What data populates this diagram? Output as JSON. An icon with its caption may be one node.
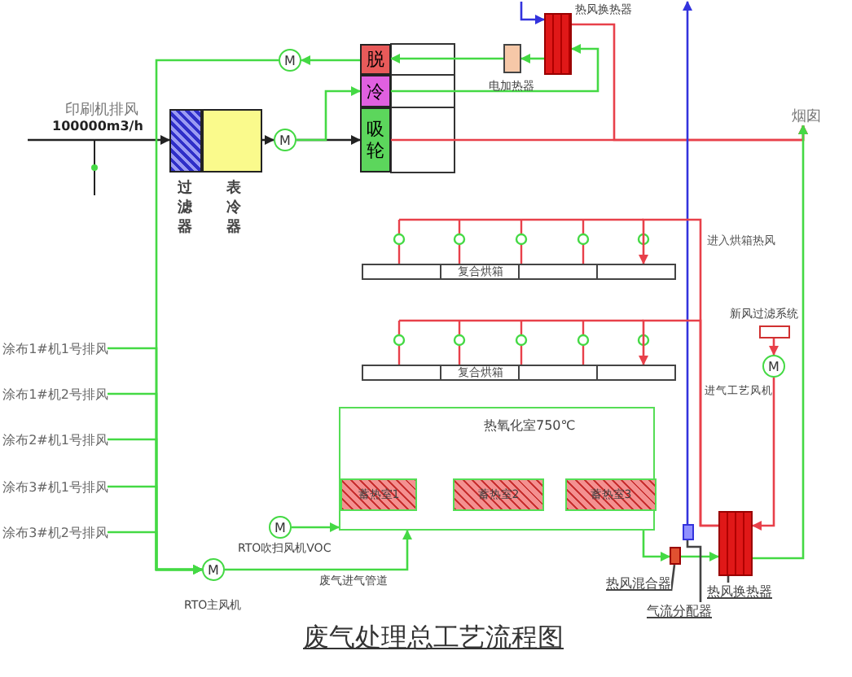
{
  "diagram": {
    "title": "废气处理总工艺流程图",
    "nodes": [
      {
        "text": [],
        "shape": "box",
        "beside": [
          "过滤器"
        ]
      },
      {
        "text": [],
        "shape": "box",
        "beside": [
          "表冷器"
        ]
      },
      {
        "text": [
          "M"
        ]
      },
      {
        "text": [
          "脱"
        ]
      },
      {
        "text": [
          "冷"
        ]
      },
      {
        "text": [
          "吸轮"
        ]
      },
      {
        "text": [
          "M"
        ]
      },
      {
        "text": [],
        "shape": "box",
        "beside": [
          "电加热器"
        ]
      },
      {
        "text": [],
        "shape": "box",
        "beside": [
          "热风换热器"
        ]
      },
      {
        "text": [
          "烟囱"
        ]
      },
      {
        "text": [
          "复合烘箱"
        ]
      },
      {
        "text": [
          "复合烘箱"
        ]
      },
      {
        "text": [],
        "shape": "box",
        "beside": [
          "新风过滤系统"
        ]
      },
      {
        "text": [
          "M"
        ],
        "beside": [
          "进气工艺风机"
        ]
      },
      {
        "text": [
          "热氧化室750℃"
        ]
      },
      {
        "text": [
          "蓄热室1"
        ],
        "in": 14
      },
      {
        "text": [
          "蓄热室2"
        ],
        "in": 14
      },
      {
        "text": [
          "蓄热室3"
        ],
        "in": 14
      },
      {
        "text": [
          "涂布1#机1号排风"
        ]
      },
      {
        "text": [
          "涂布1#机2号排风"
        ]
      },
      {
        "text": [
          "涂布2#机1号排风"
        ]
      },
      {
        "text": [
          "涂布3#机1号排风"
        ]
      },
      {
        "text": [
          "涂布3#机2号排风"
        ]
      },
      {
        "text": [
          "M"
        ],
        "beside": [
          "RTO吹扫风机VOC"
        ]
      },
      {
        "text": [
          "M"
        ],
        "beside": [
          "RTO主风机"
        ]
      },
      {
        "text": [
          "热风混合器"
        ]
      },
      {
        "text": [],
        "shape": "box"
      },
      {
        "text": [
          "气流分配器"
        ]
      },
      {
        "text": [],
        "shape": "box"
      },
      {
        "text": [
          "热风换热器"
        ]
      },
      {
        "text": [],
        "shape": "box"
      }
    ],
    "edges": [
      {
        "from": null,
        "to": 0,
        "arrow": "to",
        "color": "#222222"
      },
      {
        "from": 1,
        "to": 2,
        "arrow": "to",
        "color": "#222222"
      },
      {
        "from": 2,
        "to": 5,
        "arrow": "to",
        "color": "#222222"
      },
      {
        "from": 5,
        "to": 9,
        "arrow": "to",
        "color": "#e8404a"
      },
      {
        "from": 3,
        "to": 6,
        "arrow": "to"
      },
      {
        "from": 6,
        "to": 24,
        "arrow": "to"
      },
      {
        "from": 18,
        "to": 24,
        "arrow": "to"
      },
      {
        "from": 19,
        "to": 24,
        "arrow": "to"
      },
      {
        "from": 20,
        "to": 24,
        "arrow": "to"
      },
      {
        "from": 21,
        "to": 24,
        "arrow": "to"
      },
      {
        "from": 22,
        "to": 24,
        "arrow": "to"
      },
      {
        "from": 7,
        "to": 3,
        "arrow": "to"
      },
      {
        "from": 8,
        "to": 7,
        "arrow": "to"
      },
      {
        "from": 4,
        "to": 8,
        "arrow": "to"
      },
      {
        "from": 2,
        "to": 4,
        "arrow": "to"
      },
      {
        "from": 8,
        "to": 9,
        "arrow": "to",
        "color": "#e8404a"
      },
      {
        "from": null,
        "to": 8,
        "arrow": "to",
        "color": "#3333dd"
      },
      {
        "from": 28,
        "to": null,
        "arrow": "to",
        "color": "#3333dd"
      },
      {
        "from": 24,
        "to": 14,
        "arrow": "to",
        "label": "废气进气管道"
      },
      {
        "from": 23,
        "to": 14,
        "arrow": "to"
      },
      {
        "from": 14,
        "to": 26,
        "arrow": "to"
      },
      {
        "from": 26,
        "to": 30,
        "arrow": "to"
      },
      {
        "from": 30,
        "to": 9,
        "arrow": "to"
      },
      {
        "from": 12,
        "to": 13,
        "arrow": "to",
        "color": "#e8404a"
      },
      {
        "from": 13,
        "to": 30,
        "arrow": "to",
        "color": "#e8404a"
      },
      {
        "from": 30,
        "to": 10,
        "arrow": "to",
        "color": "#e8404a"
      },
      {
        "from": 30,
        "to": 11,
        "arrow": "to",
        "color": "#e8404a"
      },
      {
        "from": 25,
        "to": 26,
        "arrow": "none",
        "color": "#444444"
      },
      {
        "from": 27,
        "to": 28,
        "arrow": "none",
        "color": "#444444"
      },
      {
        "from": 29,
        "to": 30,
        "arrow": "none",
        "color": "#444444"
      }
    ],
    "labels": [
      "印刷机排风",
      "100000m3/h",
      "进入烘箱热风"
    ]
  }
}
